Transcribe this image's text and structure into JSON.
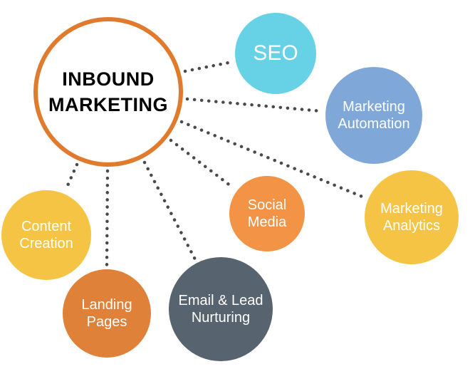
{
  "diagram": {
    "center": {
      "label": "INBOUND MARKETING",
      "fill": "#ffffff",
      "ring_color": "#e07b2e",
      "text_color": "#000000"
    },
    "nodes": [
      {
        "id": "seo",
        "label": "SEO",
        "color": "#67d1e6"
      },
      {
        "id": "marketing-automation",
        "label": "Marketing Automation",
        "color": "#7fa8d9"
      },
      {
        "id": "marketing-analytics",
        "label": "Marketing Analytics",
        "color": "#f6c444"
      },
      {
        "id": "social-media",
        "label": "Social Media",
        "color": "#f29345"
      },
      {
        "id": "email-lead-nurturing",
        "label": "Email & Lead Nurturing",
        "color": "#57636e"
      },
      {
        "id": "landing-pages",
        "label": "Landing Pages",
        "color": "#e0813a"
      },
      {
        "id": "content-creation",
        "label": "Content Creation",
        "color": "#f6c444"
      }
    ],
    "connector_color": "#4a4a4a",
    "background": "#ffffff"
  }
}
